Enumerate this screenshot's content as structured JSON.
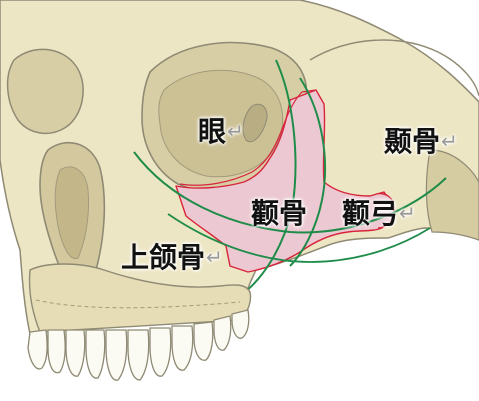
{
  "labels": {
    "eye": "眼",
    "temporal_bone": "颞骨",
    "zygomatic_bone": "颧骨",
    "zygomatic_arch": "颧弓",
    "maxilla": "上颌骨",
    "return_glyph": "↵"
  },
  "colors": {
    "bone_fill": "#ede6c4",
    "bone_shadow": "#d6cca2",
    "bone_outline": "#8f8a74",
    "zygomatic_highlight": "#ecc9d2",
    "zygomatic_outline": "#d8243b",
    "guide_lines": "#1f8c4a"
  }
}
